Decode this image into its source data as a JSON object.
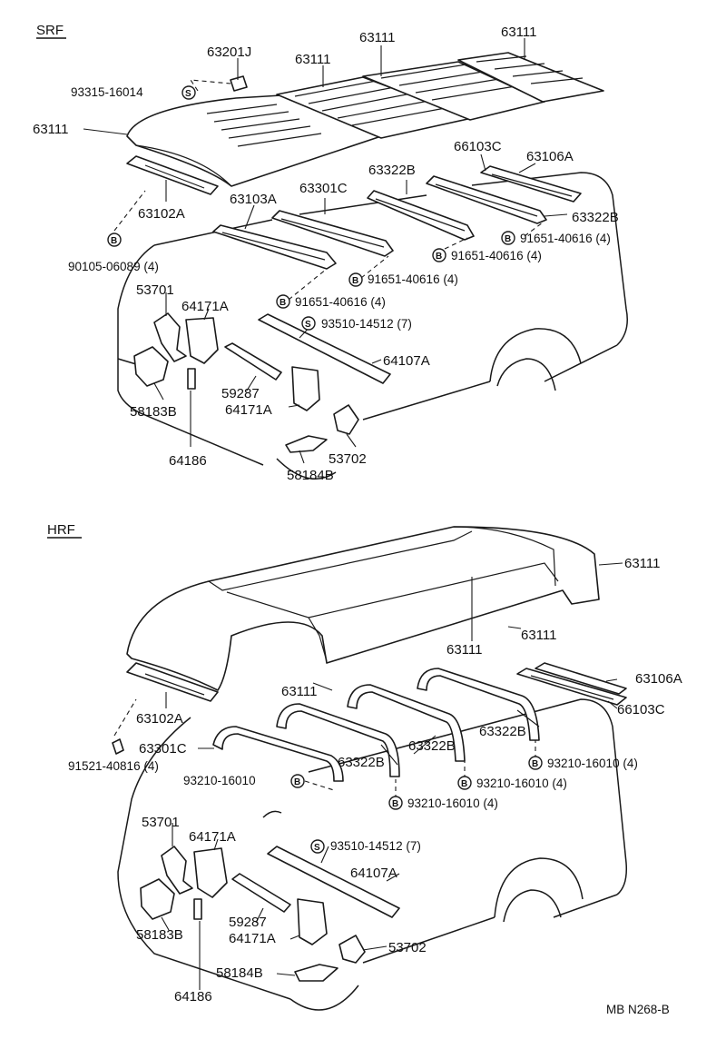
{
  "sections": {
    "srf": {
      "title": "SRF"
    },
    "hrf": {
      "title": "HRF"
    }
  },
  "labels": {
    "srf_63201J": "63201J",
    "srf_93315": "93315-16014",
    "srf_63111_a": "63111",
    "srf_63111_b": "63111",
    "srf_63111_c": "63111",
    "srf_63111_d": "63111",
    "srf_63102A": "63102A",
    "srf_66103C": "66103C",
    "srf_63106A": "63106A",
    "srf_63322B_a": "63322B",
    "srf_63322B_b": "63322B",
    "srf_63301C": "63301C",
    "srf_63103A": "63103A",
    "srf_91651_a": "91651-40616 (4)",
    "srf_91651_b": "91651-40616 (4)",
    "srf_91651_c": "91651-40616 (4)",
    "srf_91651_d": "91651-40616 (4)",
    "srf_90105": "90105-06089 (4)",
    "srf_53701": "53701",
    "srf_64171A_a": "64171A",
    "srf_93510": "93510-14512 (7)",
    "srf_64107A": "64107A",
    "srf_59287": "59287",
    "srf_64171A_b": "64171A",
    "srf_58183B": "58183B",
    "srf_53702": "53702",
    "srf_64186": "64186",
    "srf_58184B": "58184B",
    "hrf_63111_a": "63111",
    "hrf_63111_b": "63111",
    "hrf_63111_c": "63111",
    "hrf_63111_d": "63111",
    "hrf_63106A": "63106A",
    "hrf_66103C": "66103C",
    "hrf_63102A": "63102A",
    "hrf_63322B_a": "63322B",
    "hrf_63322B_b": "63322B",
    "hrf_63322B_c": "63322B",
    "hrf_63301C": "63301C",
    "hrf_91521": "91521-40816 (4)",
    "hrf_93210_a": "93210-16010 (4)",
    "hrf_93210_b": "93210-16010",
    "hrf_93210_c": "93210-16010 (4)",
    "hrf_93210_d": "93210-16010 (4)",
    "hrf_53701": "53701",
    "hrf_64171A_a": "64171A",
    "hrf_93510": "93510-14512 (7)",
    "hrf_64107A": "64107A",
    "hrf_59287": "59287",
    "hrf_58183B": "58183B",
    "hrf_64171A_b": "64171A",
    "hrf_53702": "53702",
    "hrf_58184B": "58184B",
    "hrf_64186": "64186",
    "ref_code": "MB N268-B"
  },
  "symbols": {
    "s": "S",
    "b": "B"
  }
}
